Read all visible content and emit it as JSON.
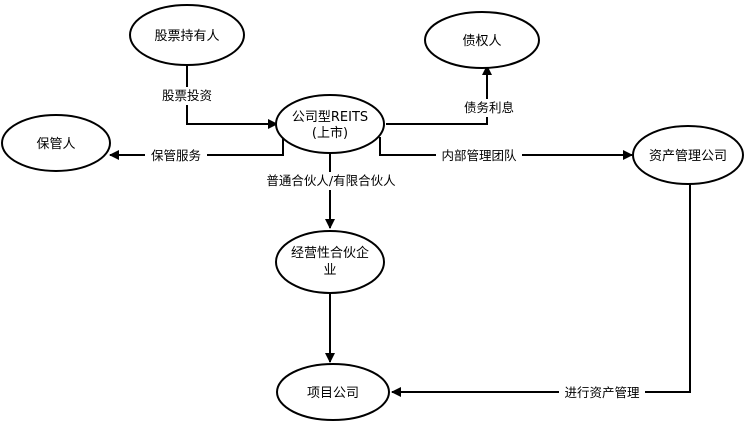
{
  "nodes": {
    "shareholders": "股票持有人",
    "creditors": "债权人",
    "custodian": "保管人",
    "reit": [
      "公司型REITS",
      "(上市)"
    ],
    "asset_mgmt": "资产管理公司",
    "operating_partnership": [
      "经营性合伙企",
      "业"
    ],
    "project_company": "项目公司"
  },
  "edges": {
    "stock_investment": "股票投资",
    "debt_interest": "债务利息",
    "custody_service": "保管服务",
    "internal_team": "内部管理团队",
    "partners": "普通合伙人/有限合伙人",
    "asset_management": "进行资产管理"
  }
}
